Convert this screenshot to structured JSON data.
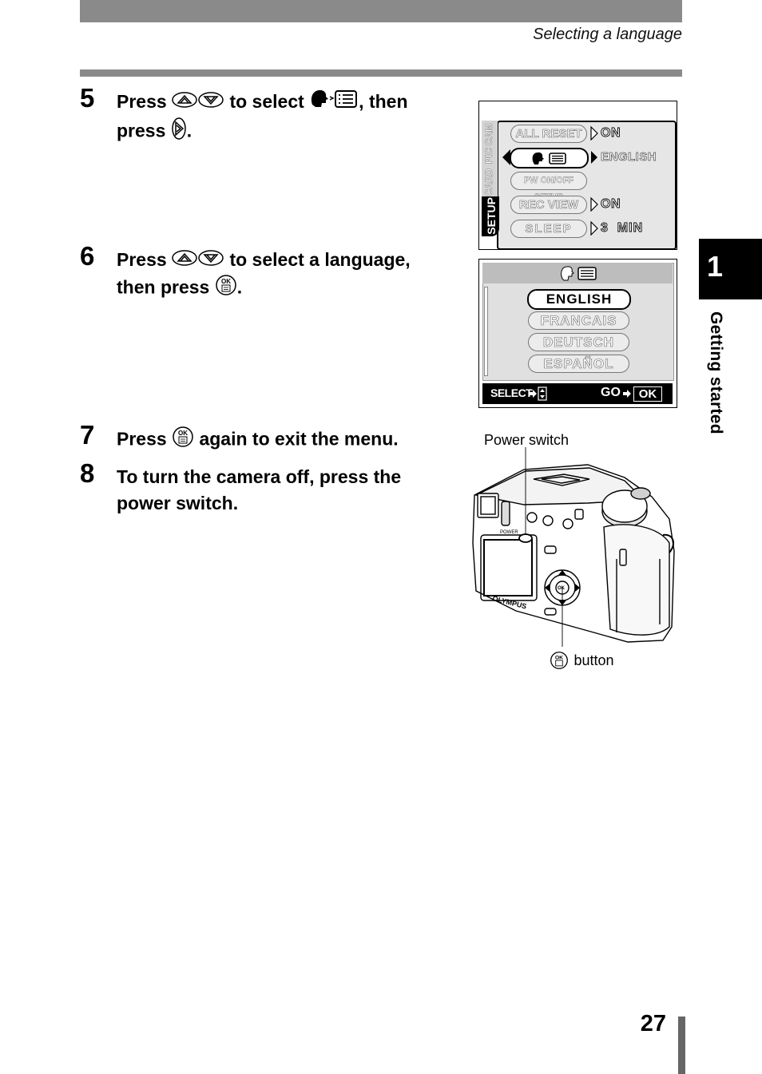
{
  "header": {
    "title": "Selecting a language"
  },
  "side_tab": {
    "chapter": "1",
    "label": "Getting started"
  },
  "steps": [
    {
      "num": "5",
      "parts": [
        "Press",
        "to select",
        ", then",
        "press",
        "."
      ]
    },
    {
      "num": "6",
      "parts": [
        "Press",
        "to select a language,",
        "then press",
        "."
      ]
    },
    {
      "num": "7",
      "parts": [
        "Press",
        "again to exit the menu."
      ]
    },
    {
      "num": "8",
      "line1": "To turn the camera off, press the",
      "line2": "power switch."
    }
  ],
  "setup_screen": {
    "tabs": [
      "CAM",
      "PIC",
      "CARD",
      "SETUP"
    ],
    "rows": [
      {
        "label": "ALL RESET",
        "value": "ON"
      },
      {
        "label": "",
        "value": "ENGLISH"
      },
      {
        "label": "PW ON/OFF SETUP",
        "value": ""
      },
      {
        "label": "REC VIEW",
        "value": "ON"
      },
      {
        "label": "SLEEP",
        "value": "3  MIN"
      }
    ]
  },
  "language_screen": {
    "options": [
      "ENGLISH",
      "FRANCAIS",
      "DEUTSCH",
      "ESPAÑOL"
    ],
    "footer_left": "SELECT",
    "footer_right": "GO",
    "ok": "OK"
  },
  "camera": {
    "power_label": "Power switch",
    "button_label": "button",
    "brand": "OLYMPUS",
    "power_text": "POWER"
  },
  "page_number": "27"
}
